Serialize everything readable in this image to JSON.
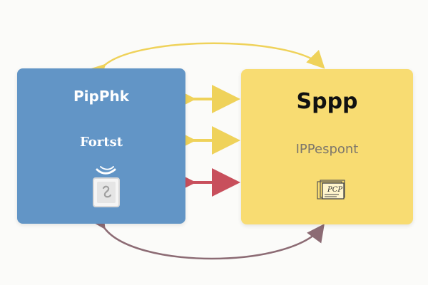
{
  "left_panel": {
    "title": "PipPhk",
    "subtitle": "Fortst",
    "icon": "phone-icon"
  },
  "right_panel": {
    "title": "Sppp",
    "subtitle": "IPPespont",
    "icon": "document-icon",
    "document_text": "PCP"
  },
  "colors": {
    "left_panel": "#6295c6",
    "right_panel": "#f8dc72",
    "arrow_yellow": "#efd25a",
    "arrow_red": "#c84f5c",
    "arc_bottom": "#8c6b74"
  }
}
